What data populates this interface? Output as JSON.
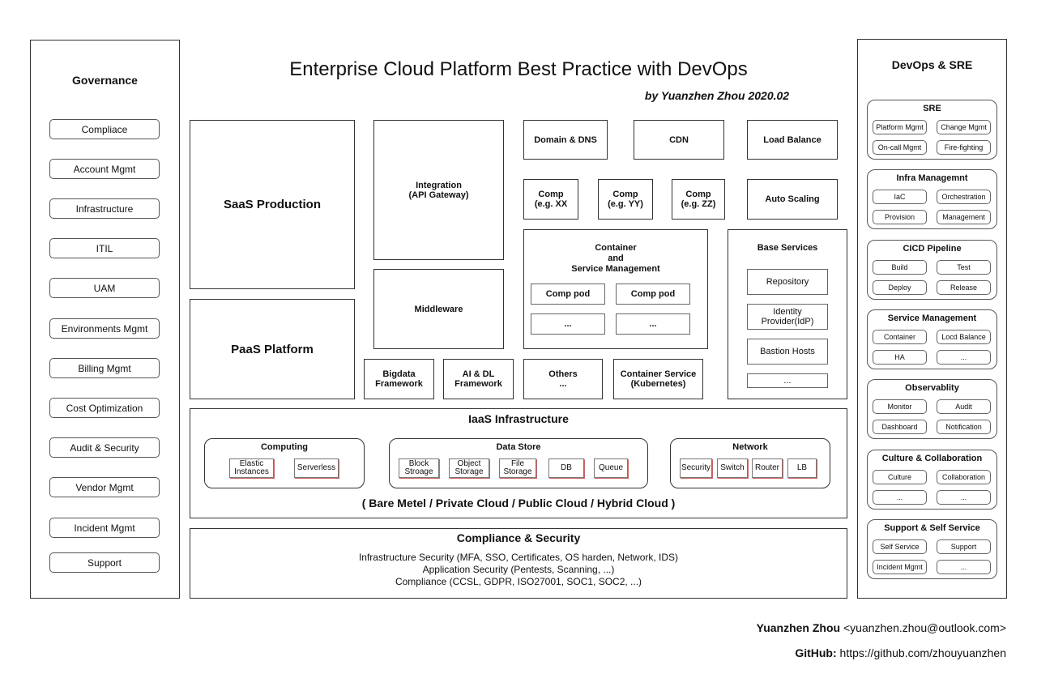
{
  "title": "Enterprise Cloud Platform Best Practice with DevOps",
  "byline": "by Yuanzhen Zhou 2020.02",
  "governance": {
    "title": "Governance",
    "items": [
      "Compliace",
      "Account Mgmt",
      "Infrastructure",
      "ITIL",
      "UAM",
      "Environments Mgmt",
      "Billing Mgmt",
      "Cost Optimization",
      "Audit & Security",
      "Vendor Mgmt",
      "Incident Mgmt",
      "Support"
    ]
  },
  "devops": {
    "title": "DevOps & SRE",
    "groups": [
      {
        "title": "SRE",
        "items": [
          "Platform Mgmt",
          "Change Mgmt",
          "On-call Mgmt",
          "Fire-fighting"
        ]
      },
      {
        "title": "Infra Managemnt",
        "items": [
          "IaC",
          "Orchestration",
          "Provision",
          "Management"
        ]
      },
      {
        "title": "CICD Pipeline",
        "items": [
          "Build",
          "Test",
          "Deploy",
          "Release"
        ]
      },
      {
        "title": "Service Management",
        "items": [
          "Container",
          "Locd Balance",
          "HA",
          "..."
        ]
      },
      {
        "title": "Observablity",
        "items": [
          "Monitor",
          "Audit",
          "Dashboard",
          "Notification"
        ]
      },
      {
        "title": "Culture & Collaboration",
        "items": [
          "Culture",
          "Collaboration",
          "...",
          "..."
        ]
      },
      {
        "title": "Support & Self Service",
        "items": [
          "Self Service",
          "Support",
          "Incident Mgmt",
          "..."
        ]
      }
    ]
  },
  "center": {
    "saas": "SaaS Production",
    "paas": "PaaS Platform",
    "integration": [
      "Integration",
      "(API Gateway)"
    ],
    "middleware": "Middleware",
    "domain_dns": "Domain & DNS",
    "cdn": "CDN",
    "load_balance": "Load Balance",
    "comps": [
      [
        "Comp",
        "(e.g. XX"
      ],
      [
        "Comp",
        "(e.g. YY)"
      ],
      [
        "Comp",
        "(e.g. ZZ)"
      ]
    ],
    "auto_scaling": "Auto Scaling",
    "container_mgmt": [
      "Container",
      "and",
      "Service Management"
    ],
    "pods": [
      "Comp pod",
      "Comp pod",
      "...",
      "..."
    ],
    "base_services": {
      "title": "Base Services",
      "items": [
        "Repository",
        "Identity\nProvider(IdP)",
        "Bastion Hosts",
        "..."
      ]
    },
    "frameworks": [
      [
        "Bigdata",
        "Framework"
      ],
      [
        "AI & DL",
        "Framework"
      ],
      [
        "Others",
        "..."
      ],
      [
        "Container Service",
        "(Kubernetes)"
      ]
    ]
  },
  "iaas": {
    "title": "IaaS Infrastructure",
    "computing": {
      "title": "Computing",
      "items": [
        "Elastic\nInstances",
        "Serverless"
      ]
    },
    "datastore": {
      "title": "Data Store",
      "items": [
        "Block\nStroage",
        "Object\nStorage",
        "File\nStorage",
        "DB",
        "Queue"
      ]
    },
    "network": {
      "title": "Network",
      "items": [
        "Security",
        "Switch",
        "Router",
        "LB"
      ]
    },
    "clouds": "( Bare Metel / Private Cloud / Public Cloud / Hybrid Cloud )"
  },
  "compliance": {
    "title": "Compliance & Security",
    "lines": [
      "Infrastructure Security (MFA, SSO, Certificates, OS harden, Network, IDS)",
      "Application Security (Pentests, Scanning, ...)",
      "Compliance (CCSL, GDPR, ISO27001, SOC1, SOC2, ...)"
    ]
  },
  "footer": {
    "author_name": "Yuanzhen Zhou",
    "author_email": "<yuanzhen.zhou@outlook.com>",
    "github_label": "GitHub:",
    "github_url": "https://github.com/zhouyuanzhen"
  }
}
